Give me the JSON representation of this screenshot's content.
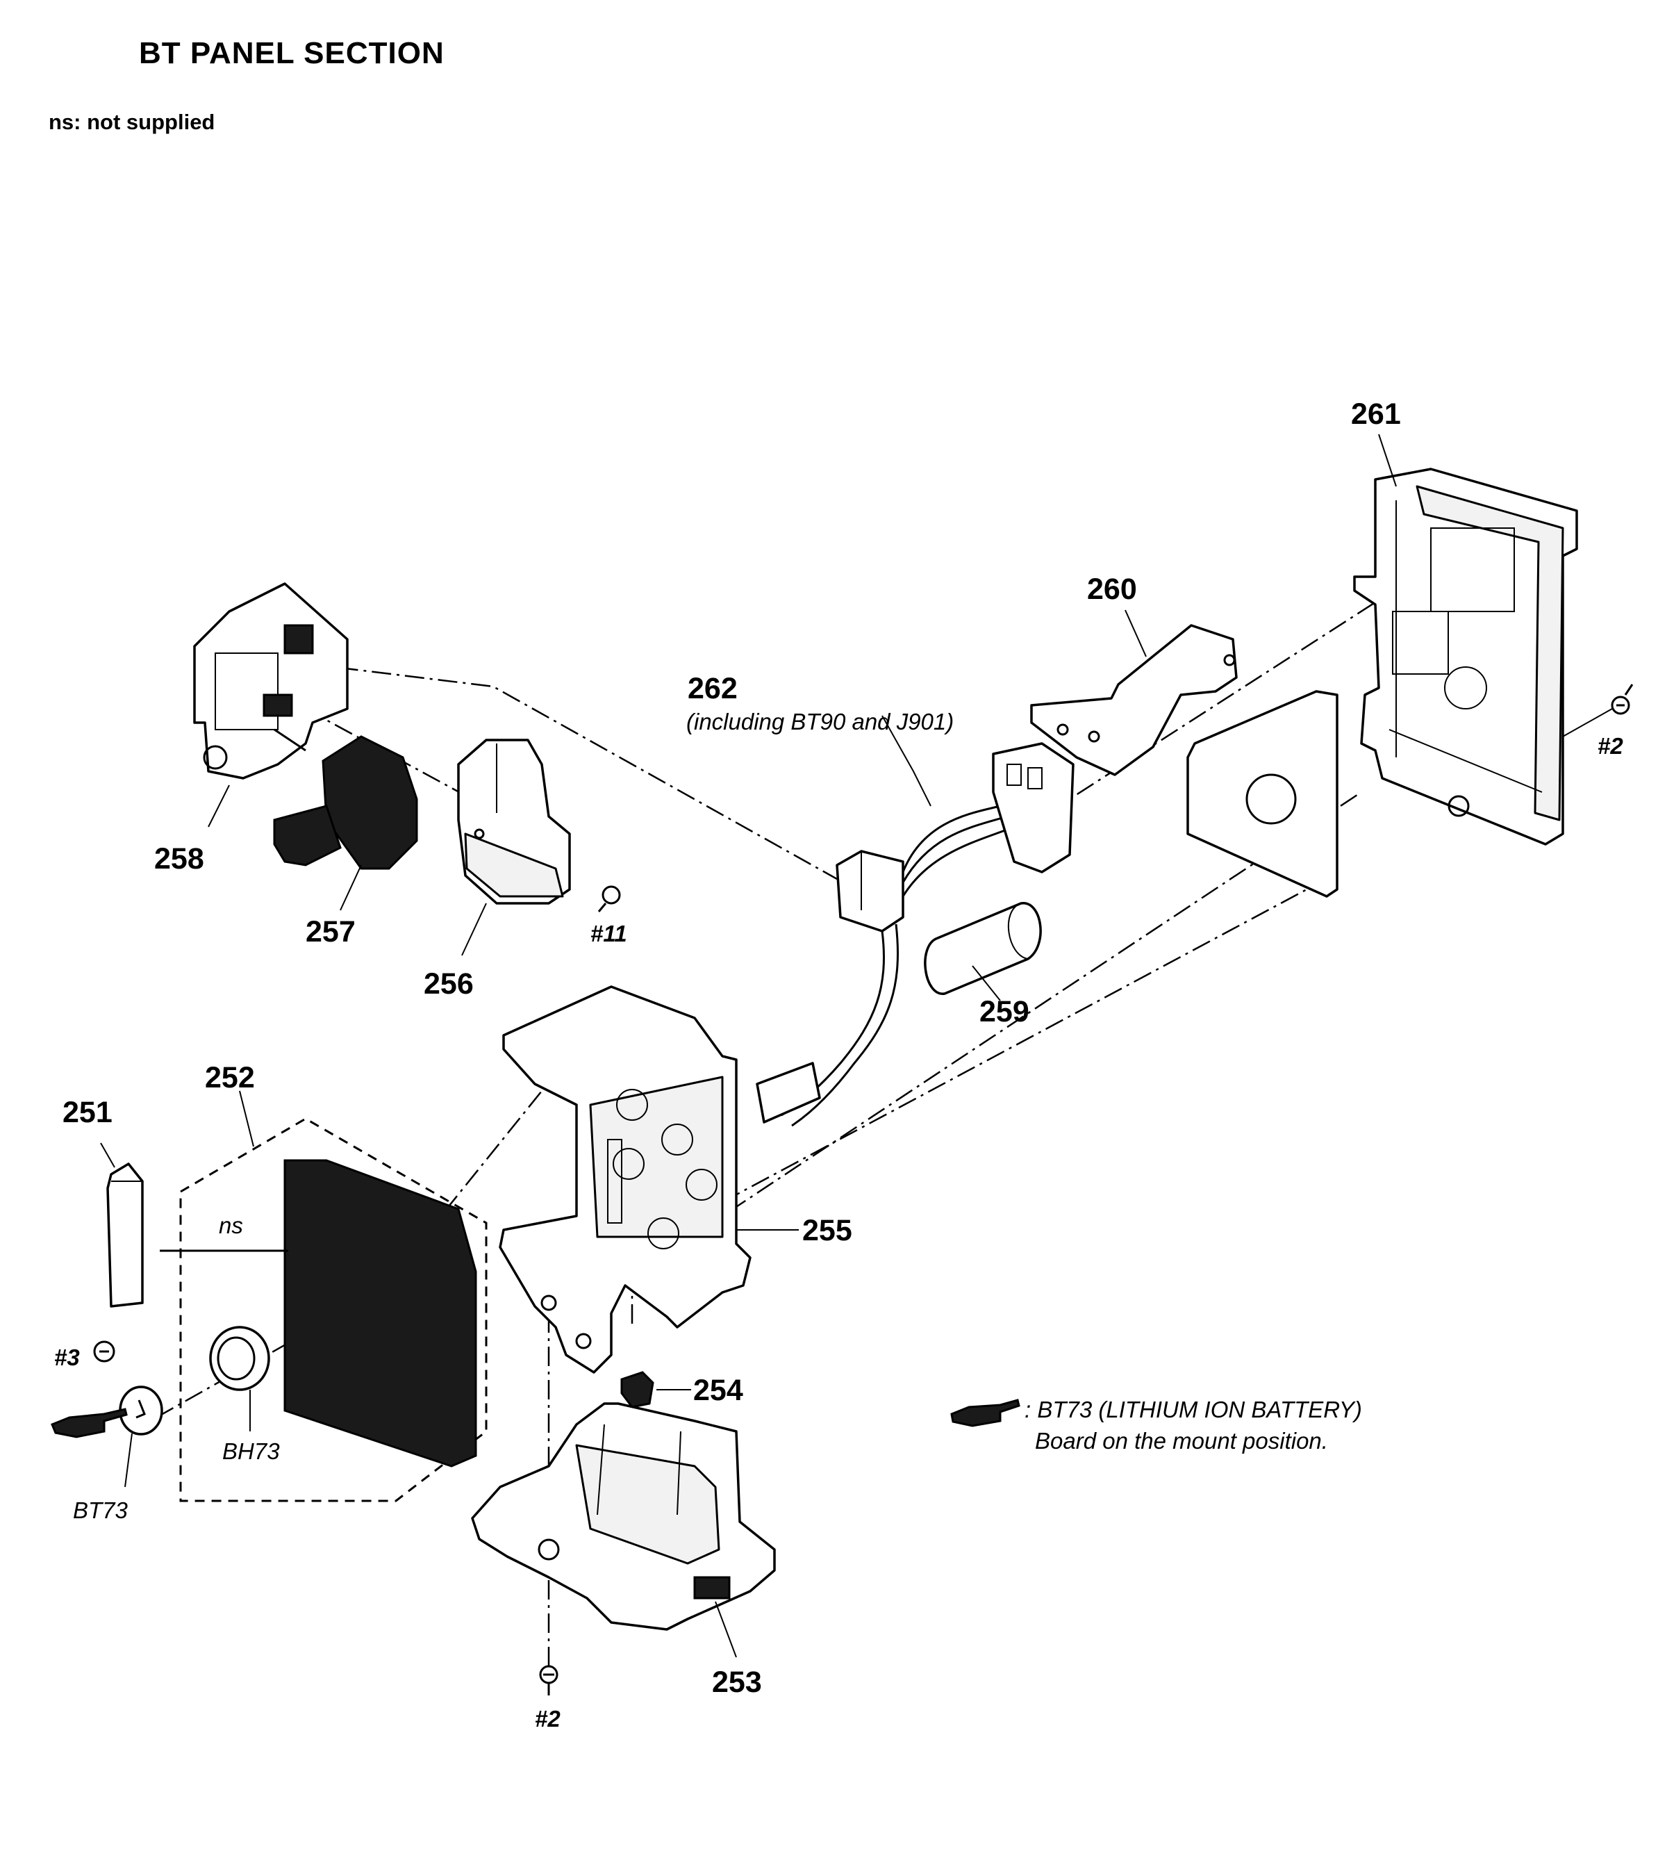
{
  "header": {
    "title": "BT PANEL SECTION",
    "note": "ns: not supplied"
  },
  "labels": {
    "p251": "251",
    "p252": "252",
    "p253": "253",
    "p254": "254",
    "p255": "255",
    "p256": "256",
    "p257": "257",
    "p258": "258",
    "p259": "259",
    "p260": "260",
    "p261": "261",
    "p262": "262",
    "p262_note": "(including BT90   and J901)",
    "ns": "ns",
    "bh73": "BH73",
    "bt73": "BT73",
    "screw_3": "#3",
    "screw_11": "#11",
    "screw_2_right": "#2",
    "screw_2_bottom": "#2"
  },
  "legend": {
    "line1": ": BT73      (LITHIUM ION BATTERY)",
    "line2": "Board on the mount position.",
    "icon": "pointing-hand-icon"
  }
}
